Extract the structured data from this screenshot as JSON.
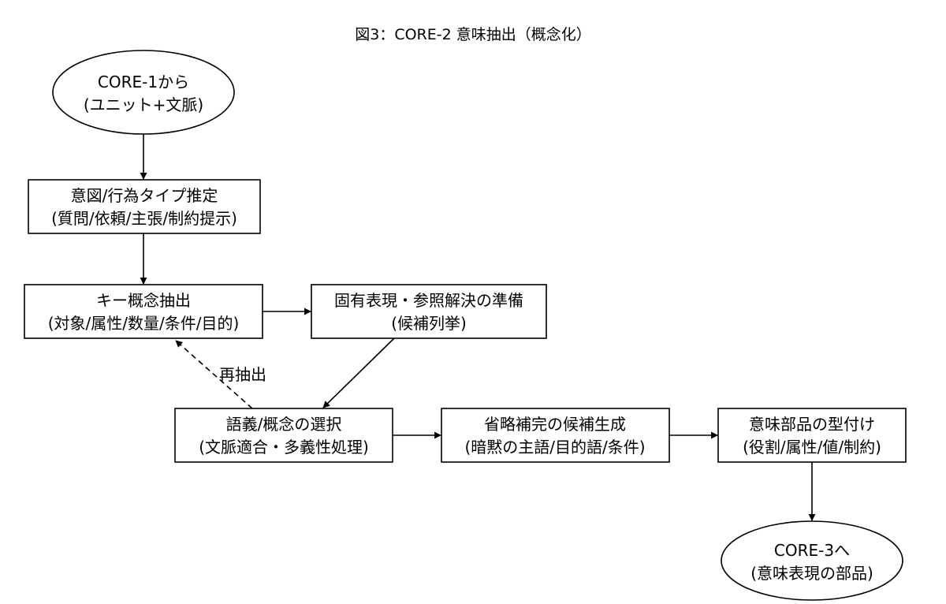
{
  "title": "図3：CORE-2 意味抽出（概念化）",
  "nodes": {
    "start": {
      "line1": "CORE-1から",
      "line2": "(ユニット+文脈)"
    },
    "intent": {
      "line1": "意図/行為タイプ推定",
      "line2": "(質問/依頼/主張/制約提示)"
    },
    "key_concepts": {
      "line1": "キー概念抽出",
      "line2": "(対象/属性/数量/条件/目的)"
    },
    "entity_prep": {
      "line1": "固有表現・参照解決の準備",
      "line2": "(候補列挙)"
    },
    "sense_select": {
      "line1": "語義/概念の選択",
      "line2": "(文脈適合・多義性処理)"
    },
    "ellipsis": {
      "line1": "省略補完の候補生成",
      "line2": "(暗黙の主語/目的語/条件)"
    },
    "typing": {
      "line1": "意味部品の型付け",
      "line2": "(役割/属性/値/制約)"
    },
    "end": {
      "line1": "CORE-3へ",
      "line2": "(意味表現の部品)"
    }
  },
  "edges": {
    "reextract_label": "再抽出"
  }
}
